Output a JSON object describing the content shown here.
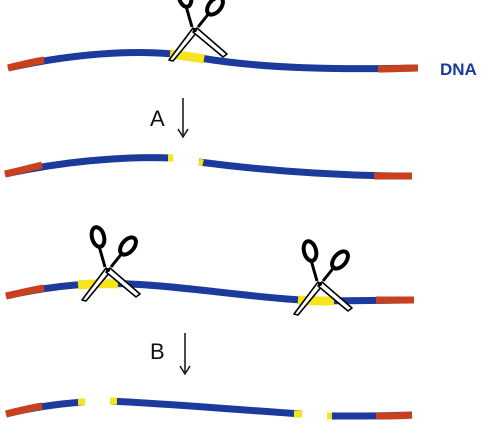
{
  "labels": {
    "dna": "DNA",
    "step_a": "A",
    "step_b": "B"
  },
  "colors": {
    "strand": "#1b3a9c",
    "end": "#c8401e",
    "cut_site": "#f6e51c",
    "text_dna": "#1b3a9c",
    "text_step": "#111111"
  },
  "icons": [
    "scissors-icon",
    "down-arrow-icon"
  ]
}
